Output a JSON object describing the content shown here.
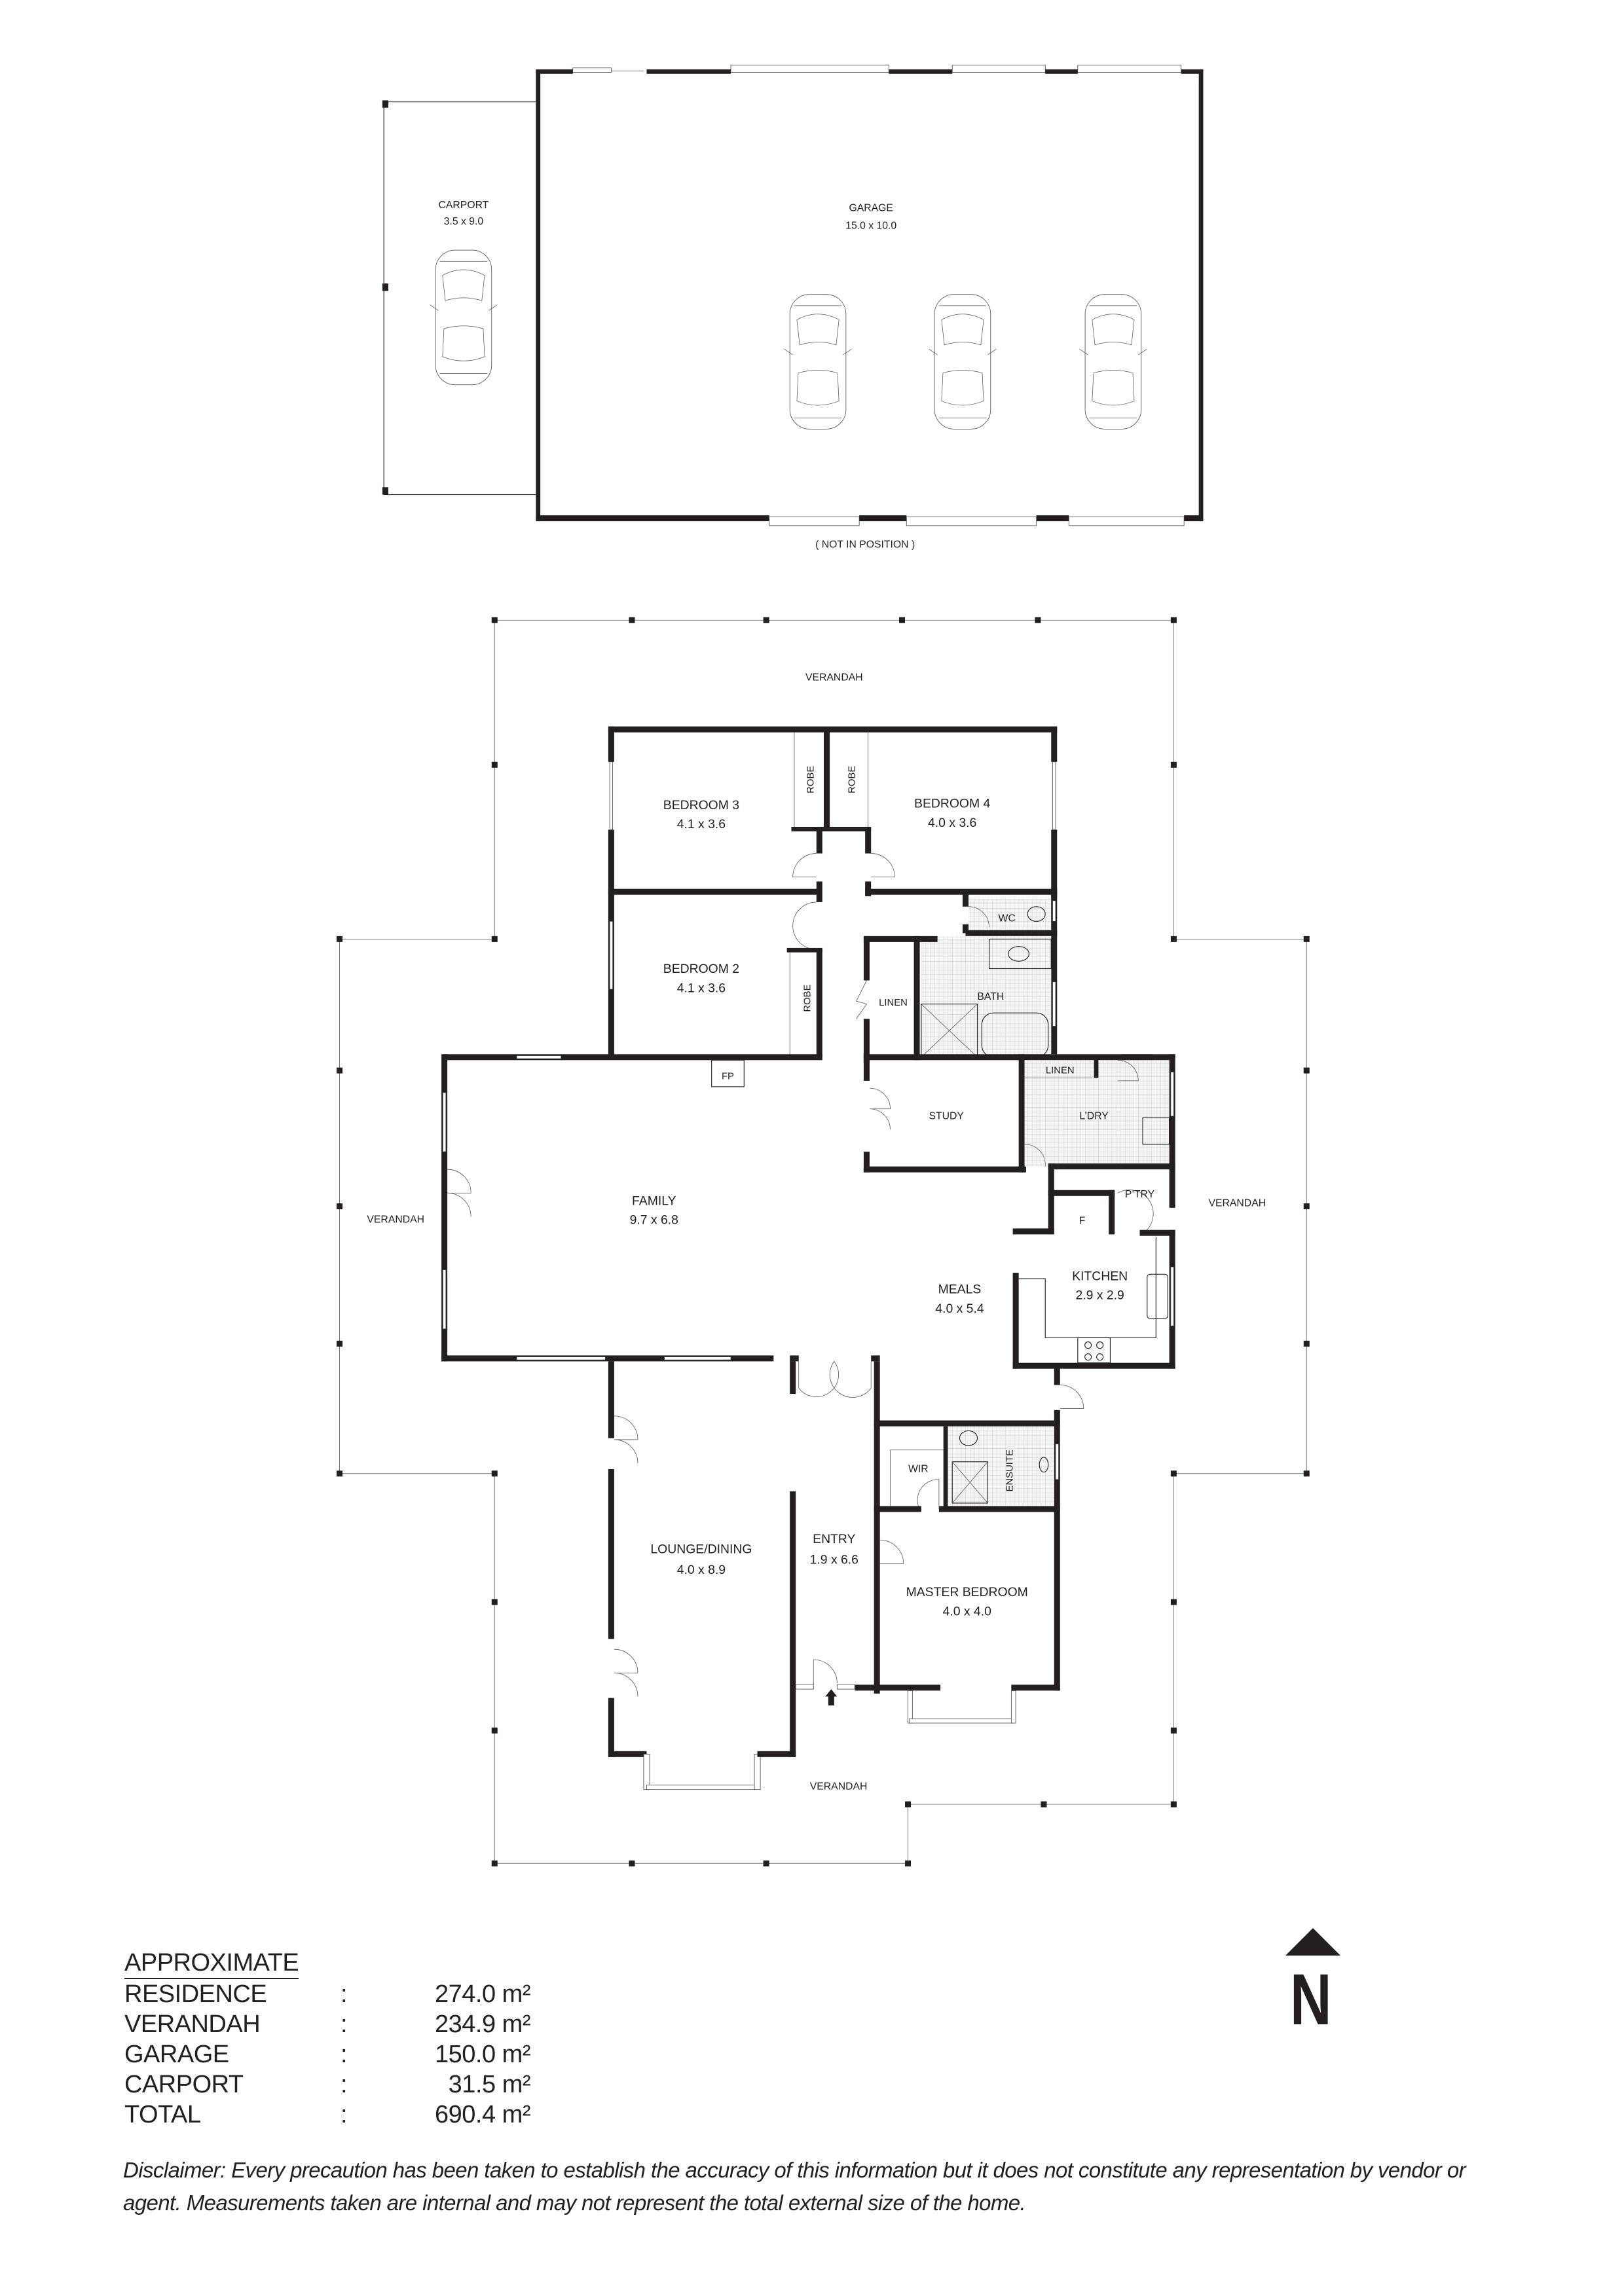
{
  "outbuildings": {
    "carport": {
      "name": "CARPORT",
      "size": "3.5 x 9.0"
    },
    "garage": {
      "name": "GARAGE",
      "size": "15.0 x 10.0"
    },
    "note": "( NOT IN POSITION )"
  },
  "rooms": {
    "verandah_north": "VERANDAH",
    "verandah_west": "VERANDAH",
    "verandah_east": "VERANDAH",
    "verandah_south": "VERANDAH",
    "bedroom3": {
      "name": "BEDROOM 3",
      "size": "4.1 x 3.6"
    },
    "bedroom4": {
      "name": "BEDROOM 4",
      "size": "4.0 x 3.6"
    },
    "bedroom2": {
      "name": "BEDROOM 2",
      "size": "4.1 x 3.6"
    },
    "robe": "ROBE",
    "wc": "WC",
    "bath": "BATH",
    "linen": "LINEN",
    "fp": "FP",
    "study": "STUDY",
    "laundry": "L’DRY",
    "pantry": "P’TRY",
    "fridge": "F",
    "family": {
      "name": "FAMILY",
      "size": "9.7 x 6.8"
    },
    "meals": {
      "name": "MEALS",
      "size": "4.0 x 5.4"
    },
    "kitchen": {
      "name": "KITCHEN",
      "size": "2.9 x 2.9"
    },
    "wir": "WIR",
    "ensuite": "ENSUITE",
    "lounge": {
      "name": "LOUNGE/DINING",
      "size": "4.0 x 8.9"
    },
    "entry": {
      "name": "ENTRY",
      "size": "1.9 x 6.6"
    },
    "master": {
      "name": "MASTER BEDROOM",
      "size": "4.0 x 4.0"
    }
  },
  "legend": {
    "title": "APPROXIMATE",
    "rows": [
      {
        "label": "RESIDENCE",
        "sep": ":",
        "value": "274.0 m²"
      },
      {
        "label": "VERANDAH",
        "sep": ":",
        "value": "234.9 m²"
      },
      {
        "label": "GARAGE",
        "sep": ":",
        "value": "150.0 m²"
      },
      {
        "label": "CARPORT",
        "sep": ":",
        "value": "31.5 m²"
      },
      {
        "label": "TOTAL",
        "sep": ":",
        "value": "690.4 m²"
      }
    ]
  },
  "north": {
    "letter": "N"
  },
  "disclaimer": "Disclaimer: Every precaution has been taken to establish the accuracy of this information but it does not constitute any representation by vendor or agent. Measurements taken are internal and may not represent the total external size of the home."
}
